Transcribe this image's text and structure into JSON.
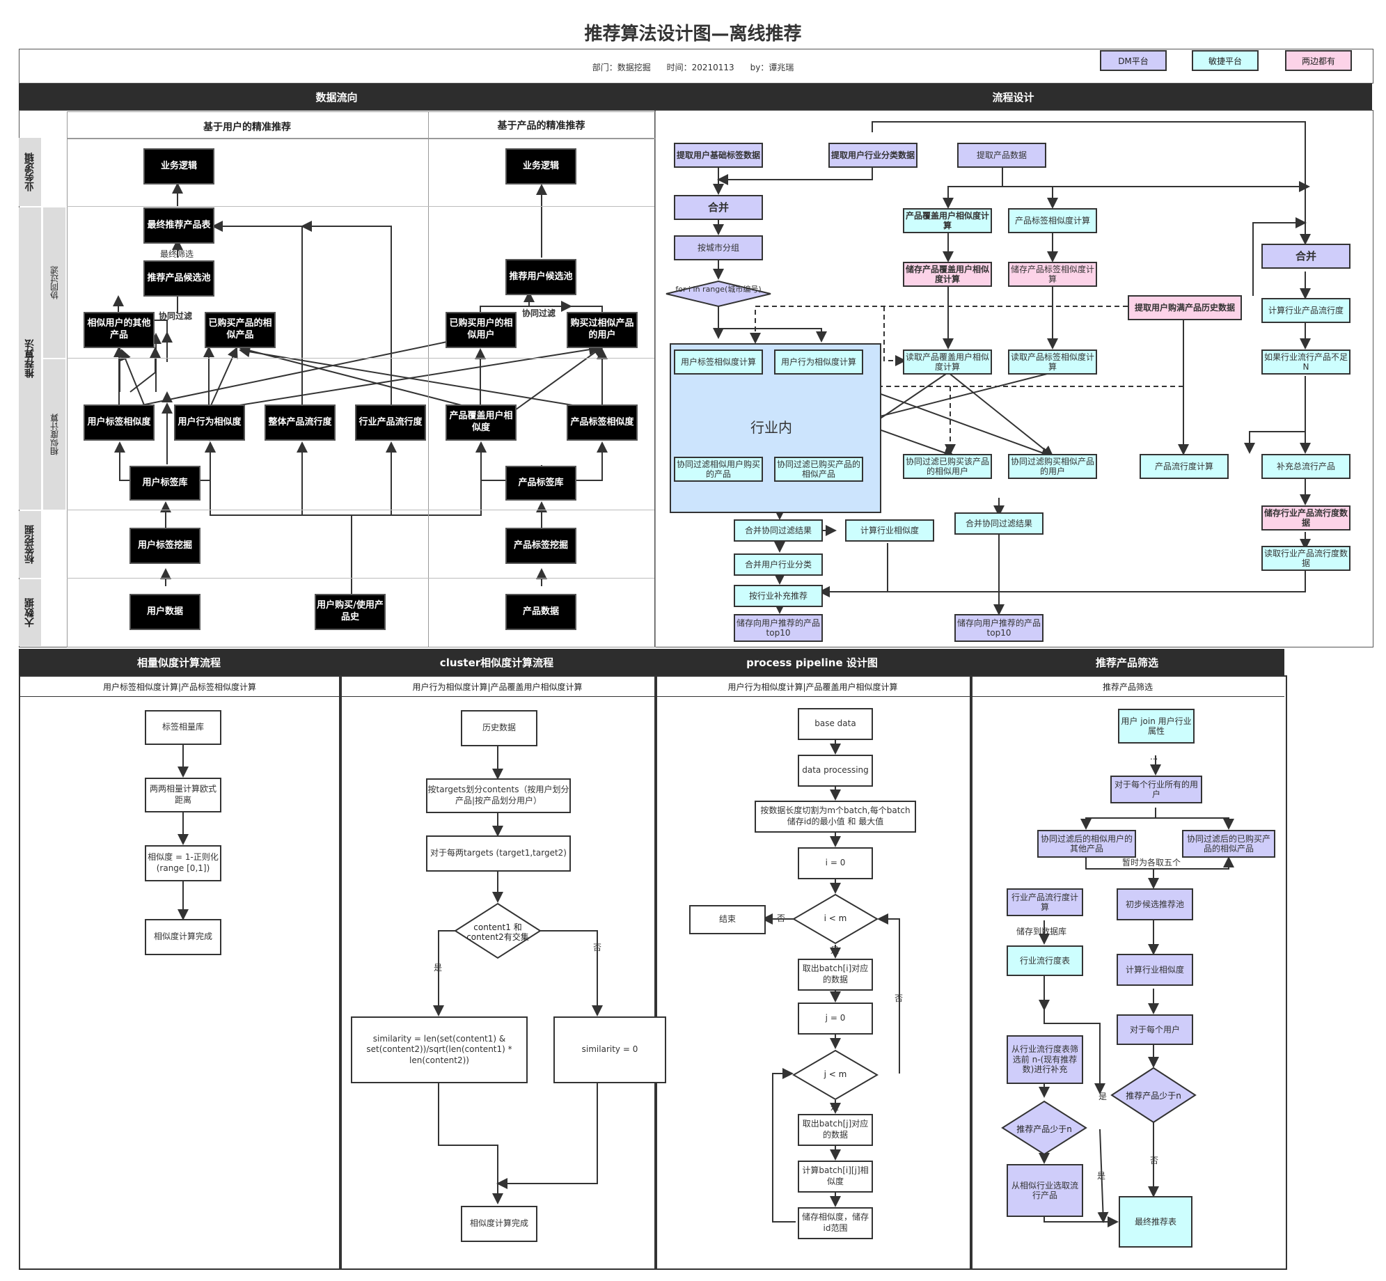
{
  "title": "推荐算法设计图—离线推荐",
  "meta": {
    "dept": "部门：数据挖掘",
    "time": "时间：20210113",
    "author": "by：谭兆瑞"
  },
  "legend": {
    "dm": "DM平台",
    "agile": "敏捷平台",
    "both": "两边都有"
  },
  "colors": {
    "purple": "#cfcdfa",
    "cyan": "#cdfefe",
    "pink": "#fcd3e8",
    "band": "#2d2d2d",
    "lane": "#dcdcdc",
    "industry": "#cce4fd"
  },
  "sections": {
    "dataflow": "数据流向",
    "process": "流程设计",
    "user_precise": "基于用户的精准推荐",
    "product_precise": "基于产品的精准推荐"
  },
  "lanes": {
    "business": "业务逻辑",
    "algorithm": "推荐算法",
    "collab": "协同过滤",
    "simcalc": "相似度计算",
    "tagmining": "标签挖掘",
    "bigdata": "大数据"
  },
  "dataflow": {
    "biz_left": "业务逻辑",
    "biz_right": "业务逻辑",
    "final_table": "最终推荐产品表",
    "final_filter": "最终筛选",
    "rec_candidates": "推荐产品候选池",
    "collab_left": "协同过滤",
    "collab_right": "协同过滤",
    "similar_user_products": "相似用户的其他产品",
    "bought_similar": "已购买产品的相似产品",
    "rec_user_pool": "推荐用户候选池",
    "bought_users_similar": "已购买用户的相似用户",
    "similar_product_buyers": "购买过相似产品的用户",
    "user_tag_sim": "用户标签相似度",
    "user_behavior_sim": "用户行为相似度",
    "overall_popularity": "整体产品流行度",
    "industry_popularity": "行业产品流行度",
    "product_coverage_sim": "产品覆盖用户相似度",
    "product_tag_sim": "产品标签相似度",
    "user_tag_lib": "用户标签库",
    "product_tag_lib": "产品标签库",
    "user_tag_mining": "用户标签挖掘",
    "product_tag_mining": "产品标签挖掘",
    "user_data": "用户数据",
    "purchase_history": "用户购买/使用产品史",
    "product_data": "产品数据"
  },
  "process": {
    "extract_user_tags": "提取用户基础标签数据",
    "extract_user_industry": "提取用户行业分类数据",
    "extract_product": "提取产品数据",
    "merge1": "合并",
    "group_city": "按城市分组",
    "loop_city": "for i in range(城市编号)",
    "coverage_calc": "产品覆盖用户相似度计算",
    "product_tag_calc": "产品标签相似度计算",
    "store_coverage": "储存产品覆盖用户相似度计算",
    "store_product_tag": "储存产品标签相似度计算",
    "merge2": "合并",
    "extract_purchase_history": "提取用户购满产品历史数据",
    "industry_popularity_calc": "计算行业产品流行度",
    "if_insufficient": "如果行业流行产品不足N",
    "in_industry": "行业内",
    "user_tag_sim_calc": "用户标签相似度计算",
    "user_behavior_sim_calc": "用户行为相似度计算",
    "read_coverage": "读取产品覆盖用户相似度计算",
    "read_product_tag": "读取产品标签相似度计算",
    "cf_similar_users": "协同过滤相似用户购买的产品",
    "cf_bought_similar": "协同过滤已购买产品的相似产品",
    "cf_buyers_similar": "协同过滤已购买该产品的相似用户",
    "cf_similar_buyers": "协同过滤购买相似产品的用户",
    "product_popularity_calc": "产品流行度计算",
    "supplement_total": "补充总流行产品",
    "store_industry_pop": "储存行业产品流行度数据",
    "read_industry_pop": "读取行业产品流行度数据",
    "merge_cf": "合并协同过滤结果",
    "calc_industry_sim": "计算行业相似度",
    "merge_cf2": "合并协同过滤结果",
    "merge_user_industry": "合并用户行业分类",
    "industry_supplement": "按行业补充推荐",
    "store_user_top10": "储存向用户推荐的产品top10",
    "store_user_top10_b": "储存向用户推荐的产品top10"
  },
  "bottom": {
    "s1_title": "相量似度计算流程",
    "s1_sub": "用户标签相似度计算|产品标签相似度计算",
    "s2_title": "cluster相似度计算流程",
    "s2_sub": "用户行为相似度计算|产品覆盖用户相似度计算",
    "s3_title": "process pipeline 设计图",
    "s3_sub": "用户行为相似度计算|产品覆盖用户相似度计算",
    "s4_title": "推荐产品筛选",
    "s4_sub": "推荐产品筛选",
    "s1": {
      "lib": "标签相量库",
      "pairwise": "两两相量计算欧式距离",
      "sim": "相似度 = 1-正则化(range [0,1])",
      "done": "相似度计算完成"
    },
    "s2": {
      "history": "历史数据",
      "split": "按targets划分contents（按用户划分产品|按产品划分用户）",
      "each_pair": "对于每两targets (target1,target2)",
      "intersect": "content1 和 content2有交集",
      "yes": "是",
      "no": "否",
      "sim_formula": "similarity = len(set(content1) & set(content2))/sqrt(len(content1) * len(content2))",
      "sim_zero": "similarity = 0",
      "done": "相似度计算完成"
    },
    "s3": {
      "base": "base data",
      "proc": "data processing",
      "split": "按数据长度切割为m个batch,每个batch 储存id的最小值 和 最大值",
      "i0": "i = 0",
      "i_m": "i < m",
      "end": "结束",
      "no1": "否",
      "yes1": "是",
      "fetch_i": "取出batch[i]对应的数据",
      "j0": "j = 0",
      "j_m": "j < m",
      "no2": "否",
      "yes2": "是",
      "fetch_j": "取出batch[j]对应的数据",
      "calc_ij": "计算batch[i][j]相似度",
      "store": "储存相似度，储存id范围"
    },
    "s4": {
      "join": "用户 join 用户行业属性",
      "dots": "...",
      "each_industry": "对于每个行业所有的用户",
      "cf_users": "协同过滤后的相似用户的其他产品",
      "cf_bought": "协同过滤后的已购买产品的相似产品",
      "top5": "暂时为各取五个",
      "industry_pop": "行业产品流行度计算",
      "store_db": "储存到数据库",
      "pop_table": "行业流行度表",
      "init_pool": "初步候选推荐池",
      "industry_sim": "计算行业相似度",
      "each_user": "对于每个用户",
      "select_top": "从行业流行度表筛选前 n-(现有推荐数)进行补充",
      "less_n_right": "推荐产品少于n",
      "less_n_left": "推荐产品少于n",
      "yes_a": "是",
      "yes_b": "是",
      "no_a": "否",
      "pick_similar": "从相似行业选取流行产品",
      "final": "最终推荐表"
    }
  }
}
